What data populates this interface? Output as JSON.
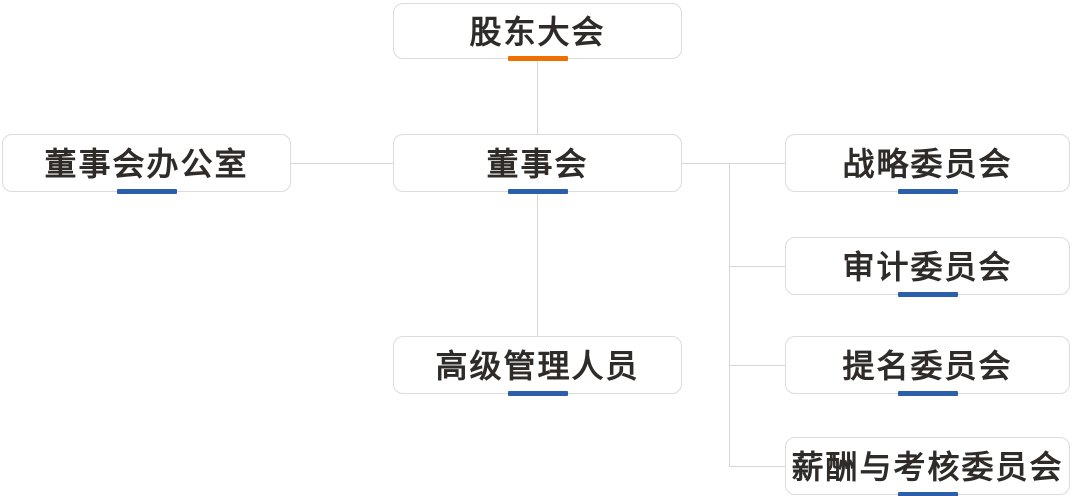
{
  "diagram": {
    "type": "org-chart",
    "accent_orange": "#EE7000",
    "accent_blue": "#2B5FAC",
    "box_border_color": "#DCDCDC",
    "line_color": "#D6D6D6",
    "text_color": "#2F2B28",
    "background": "#FFFFFF",
    "nodes": {
      "shareholders": {
        "label": "股东大会",
        "accent": "orange"
      },
      "board_office": {
        "label": "董事会办公室",
        "accent": "blue"
      },
      "board": {
        "label": "董事会",
        "accent": "blue"
      },
      "senior_management": {
        "label": "高级管理人员",
        "accent": "blue"
      },
      "committee_strategy": {
        "label": "战略委员会",
        "accent": "blue"
      },
      "committee_audit": {
        "label": "审计委员会",
        "accent": "blue"
      },
      "committee_nomination": {
        "label": "提名委员会",
        "accent": "blue"
      },
      "committee_compensation": {
        "label": "薪酬与考核委员会",
        "accent": "blue"
      }
    },
    "edges": [
      {
        "from": "股东大会",
        "to": "董事会"
      },
      {
        "from": "董事会",
        "to": "董事会办公室"
      },
      {
        "from": "董事会",
        "to": "高级管理人员"
      },
      {
        "from": "董事会",
        "to": "战略委员会"
      },
      {
        "from": "董事会",
        "to": "审计委员会"
      },
      {
        "from": "董事会",
        "to": "提名委员会"
      },
      {
        "from": "董事会",
        "to": "薪酬与考核委员会"
      }
    ]
  }
}
